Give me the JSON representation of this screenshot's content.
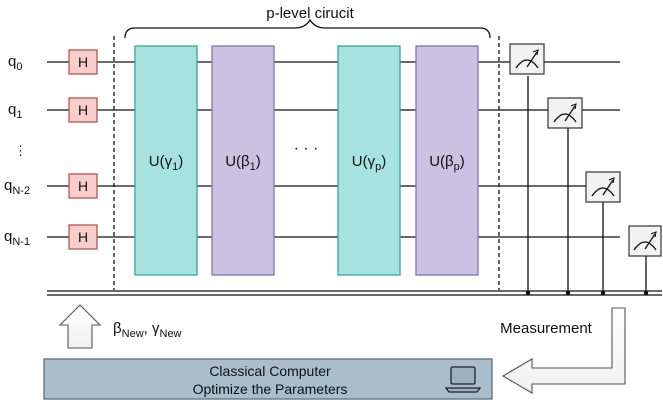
{
  "title": "p-level cirucit",
  "qubits": [
    {
      "label": "q",
      "sub": "0"
    },
    {
      "label": "q",
      "sub": "1"
    },
    {
      "label": "⋮",
      "sub": ""
    },
    {
      "label": "q",
      "sub": "N-2"
    },
    {
      "label": "q",
      "sub": "N-1"
    }
  ],
  "hadamard_label": "H",
  "gates": [
    {
      "prefix": "U(",
      "symbol": "γ",
      "sub": "1",
      "suffix": ")",
      "kind": "cost"
    },
    {
      "prefix": "U(",
      "symbol": "β",
      "sub": "1",
      "suffix": ")",
      "kind": "mixer"
    },
    {
      "prefix": "U(",
      "symbol": "γ",
      "sub": "p",
      "suffix": ")",
      "kind": "cost"
    },
    {
      "prefix": "U(",
      "symbol": "β",
      "sub": "p",
      "suffix": ")",
      "kind": "mixer"
    }
  ],
  "ellipsis": "· · ·",
  "measurement_label": "Measurement",
  "feedback": {
    "beta": "β",
    "beta_sub": "New",
    "sep": ", ",
    "gamma": "γ",
    "gamma_sub": "New"
  },
  "computer": {
    "line1": "Classical Computer",
    "line2": "Optimize the Parameters"
  },
  "colors": {
    "hadamard_fill": "#f8cecc",
    "hadamard_stroke": "#b85450",
    "cost_fill": "#a6e3e0",
    "cost_stroke": "#36a3a0",
    "mixer_fill": "#c9c2e0",
    "mixer_stroke": "#8273b5",
    "computer_fill": "#aabdca",
    "computer_stroke": "#5b6f80"
  }
}
